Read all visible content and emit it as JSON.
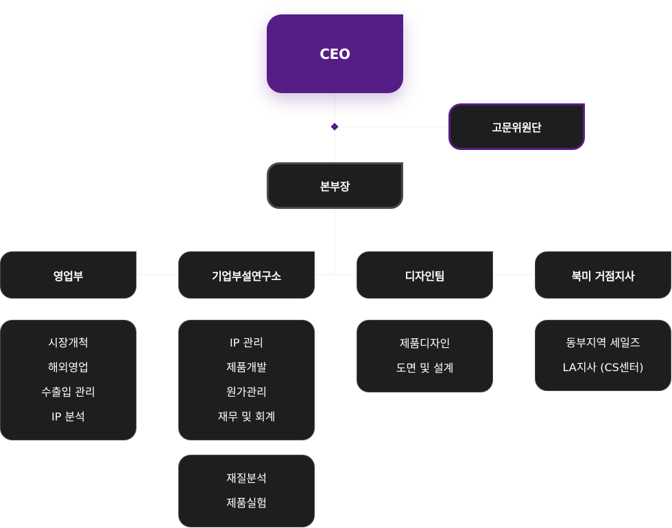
{
  "chart_nodes": {
    "ceo": "CEO",
    "advisory": "고문위원단",
    "headquarters": "본부장"
  },
  "departments": [
    {
      "name": "영업부",
      "tasks": [
        "시장개척",
        "해외영업",
        "수출입 관리",
        "IP 분석"
      ],
      "extra_tasks": []
    },
    {
      "name": "기업부설연구소",
      "tasks": [
        "IP 관리",
        "제품개발",
        "원가관리",
        "재무 및 회계"
      ],
      "extra_tasks": [
        "재질분석",
        "제품실험"
      ]
    },
    {
      "name": "디자인팀",
      "tasks": [
        "제품디자인",
        "도면 및 설계"
      ],
      "extra_tasks": []
    },
    {
      "name": "북미 거점지사",
      "tasks": [
        "동부지역 세일즈",
        "LA지사 (CS센터)"
      ],
      "extra_tasks": []
    }
  ],
  "colors": {
    "accent": "#561d87",
    "box": "#1e1e1e",
    "border": "#4a4a4a",
    "connector": "#eeeeee"
  }
}
